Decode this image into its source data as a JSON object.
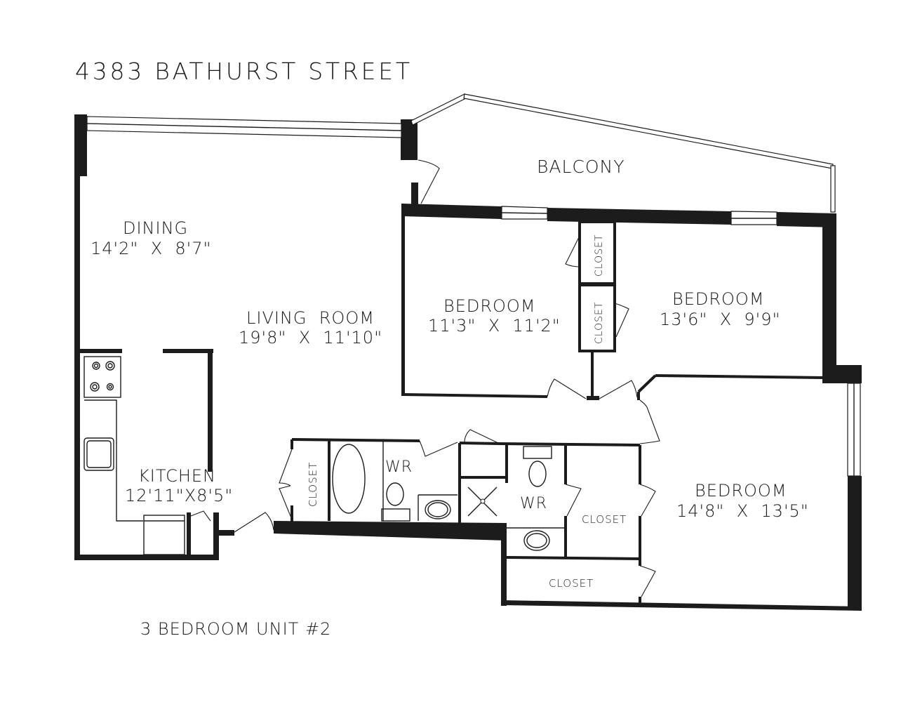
{
  "title": "4383 BATHURST STREET",
  "subtitle": "3 BEDROOM UNIT #2",
  "rooms": {
    "balcony": {
      "name": "BALCONY"
    },
    "dining": {
      "name": "DINING",
      "size": "14'2\"  X  8'7\""
    },
    "living": {
      "name": "LIVING  ROOM",
      "size": "19'8\"  X  11'10\""
    },
    "kitchen": {
      "name": "KITCHEN",
      "size": "12'11\"X8'5\""
    },
    "bedroom1": {
      "name": "BEDROOM",
      "size": "11'3\"  X  11'2\""
    },
    "bedroom2": {
      "name": "BEDROOM",
      "size": "13'6\"  X  9'9\""
    },
    "bedroom3": {
      "name": "BEDROOM",
      "size": "14'8\"  X  13'5\""
    },
    "wr1": {
      "name": "WR"
    },
    "wr2": {
      "name": "WR"
    },
    "closet_hall": {
      "name": "CLOSET"
    },
    "closet_b1_upper": {
      "name": "CLOSET"
    },
    "closet_b1_lower": {
      "name": "CLOSET"
    },
    "closet_master_walkin": {
      "name": "CLOSET"
    },
    "closet_master_bottom": {
      "name": "CLOSET"
    }
  },
  "colors": {
    "wall": "#1c1c1c",
    "background": "#ffffff"
  }
}
